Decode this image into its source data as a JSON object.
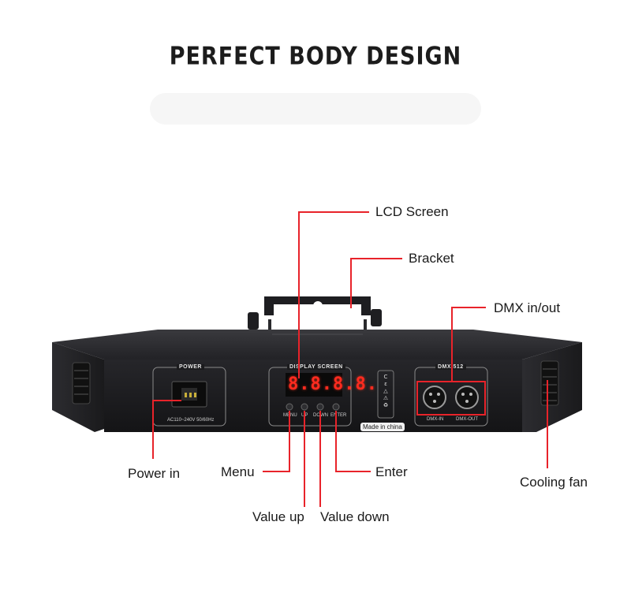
{
  "headline": "PERFECT BODY DESIGN",
  "callouts": {
    "lcd_screen": "LCD Screen",
    "bracket": "Bracket",
    "dmx": "DMX in/out",
    "power_in": "Power in",
    "menu": "Menu",
    "enter": "Enter",
    "cooling_fan": "Cooling fan",
    "value_up": "Value up",
    "value_down": "Value down"
  },
  "panel": {
    "power_title": "POWER",
    "power_rating": "AC110~240V  50/60Hz",
    "display_title": "DISPLAY SCREEN",
    "display_value": "8.8.8.8.",
    "buttons": [
      "MENU",
      "UP",
      "DOWN",
      "ENTER"
    ],
    "dmx_title": "DMX 512",
    "dmx_in": "DMX-IN",
    "dmx_out": "DMX-OUT",
    "made_in": "Made in china"
  },
  "colors": {
    "leader_line": "#e8232a",
    "body": "#1b1b1d",
    "display_digits": "#ff2b1f"
  }
}
